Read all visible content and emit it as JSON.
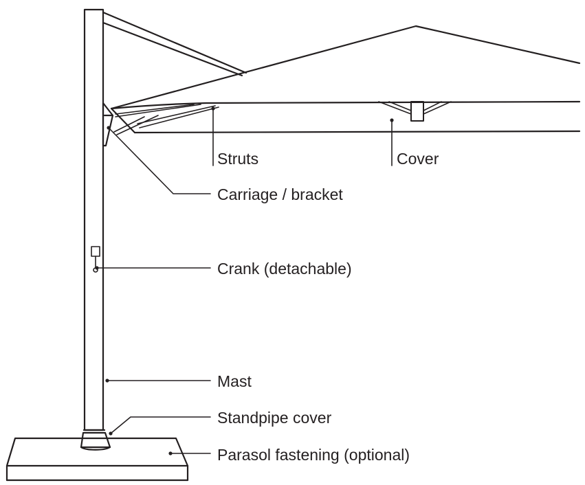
{
  "labels": {
    "struts": "Struts",
    "cover": "Cover",
    "carriage": "Carriage / bracket",
    "crank": "Crank (detachable)",
    "mast": "Mast",
    "standpipe": "Standpipe cover",
    "fastening": "Parasol fastening (optional)"
  },
  "colors": {
    "line": "#231f20",
    "background": "#ffffff"
  }
}
